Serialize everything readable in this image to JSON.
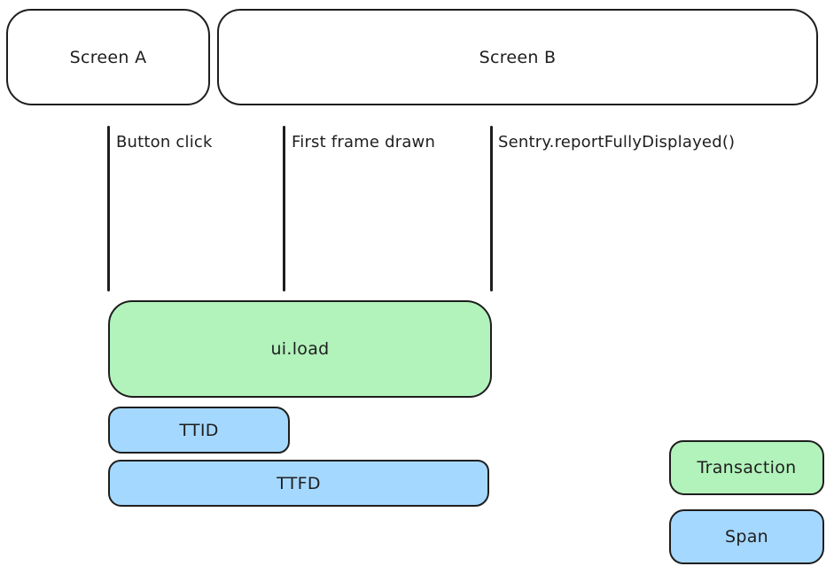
{
  "screens": [
    {
      "label": "Screen A"
    },
    {
      "label": "Screen B"
    }
  ],
  "timeline_events": [
    {
      "label": "Button click"
    },
    {
      "label": "First frame drawn"
    },
    {
      "label": "Sentry.reportFullyDisplayed()"
    }
  ],
  "bars": {
    "transaction": {
      "label": "ui.load"
    },
    "ttid": {
      "label": "TTID"
    },
    "ttfd": {
      "label": "TTFD"
    }
  },
  "legend": {
    "transaction": {
      "label": "Transaction"
    },
    "span": {
      "label": "Span"
    }
  },
  "colors": {
    "transaction_fill": "#b2f2bb",
    "span_fill": "#a5d8ff",
    "stroke": "#1e1e1e",
    "background": "#ffffff"
  }
}
